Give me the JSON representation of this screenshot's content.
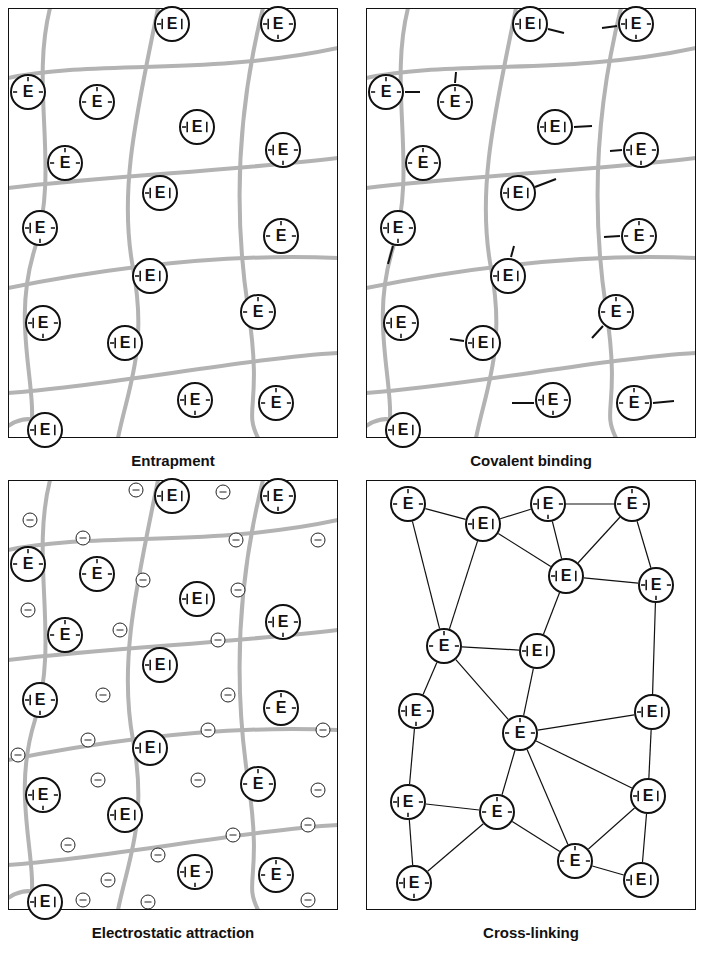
{
  "diagram": {
    "nodes": [
      {
        "text": [
          "Entrapment"
        ]
      },
      {
        "text": [
          "E"
        ],
        "in": 0
      },
      {
        "text": [
          "E"
        ],
        "in": 0
      },
      {
        "text": [
          "E"
        ],
        "in": 0
      },
      {
        "text": [
          "E"
        ],
        "in": 0
      },
      {
        "text": [
          "E"
        ],
        "in": 0
      },
      {
        "text": [
          "E"
        ],
        "in": 0
      },
      {
        "text": [
          "E"
        ],
        "in": 0
      },
      {
        "text": [
          "E"
        ],
        "in": 0
      },
      {
        "text": [
          "E"
        ],
        "in": 0
      },
      {
        "text": [
          "E"
        ],
        "in": 0
      },
      {
        "text": [
          "E"
        ],
        "in": 0
      },
      {
        "text": [
          "E"
        ],
        "in": 0
      },
      {
        "text": [
          "E"
        ],
        "in": 0
      },
      {
        "text": [
          "E"
        ],
        "in": 0
      },
      {
        "text": [
          "E"
        ],
        "in": 0
      },
      {
        "text": [
          "E"
        ],
        "in": 0
      },
      {
        "text": [
          "E"
        ],
        "in": 0
      },
      {
        "text": [
          "Covalent binding"
        ]
      },
      {
        "text": [
          "E"
        ],
        "in": 18
      },
      {
        "text": [
          "E"
        ],
        "in": 18
      },
      {
        "text": [
          "E"
        ],
        "in": 18
      },
      {
        "text": [
          "E"
        ],
        "in": 18
      },
      {
        "text": [
          "E"
        ],
        "in": 18
      },
      {
        "text": [
          "E"
        ],
        "in": 18
      },
      {
        "text": [
          "E"
        ],
        "in": 18
      },
      {
        "text": [
          "E"
        ],
        "in": 18
      },
      {
        "text": [
          "E"
        ],
        "in": 18
      },
      {
        "text": [
          "E"
        ],
        "in": 18
      },
      {
        "text": [
          "E"
        ],
        "in": 18
      },
      {
        "text": [
          "E"
        ],
        "in": 18
      },
      {
        "text": [
          "E"
        ],
        "in": 18
      },
      {
        "text": [
          "E"
        ],
        "in": 18
      },
      {
        "text": [
          "E"
        ],
        "in": 18
      },
      {
        "text": [
          "E"
        ],
        "in": 18
      },
      {
        "text": [
          "E"
        ],
        "in": 18
      },
      {
        "text": [
          "Electrostatic attraction"
        ]
      },
      {
        "text": [
          "E"
        ],
        "in": 36
      },
      {
        "text": [
          "E"
        ],
        "in": 36
      },
      {
        "text": [
          "E"
        ],
        "in": 36
      },
      {
        "text": [
          "E"
        ],
        "in": 36
      },
      {
        "text": [
          "E"
        ],
        "in": 36
      },
      {
        "text": [
          "E"
        ],
        "in": 36
      },
      {
        "text": [
          "E"
        ],
        "in": 36
      },
      {
        "text": [
          "E"
        ],
        "in": 36
      },
      {
        "text": [
          "E"
        ],
        "in": 36
      },
      {
        "text": [
          "E"
        ],
        "in": 36
      },
      {
        "text": [
          "E"
        ],
        "in": 36
      },
      {
        "text": [
          "E"
        ],
        "in": 36
      },
      {
        "text": [
          "E"
        ],
        "in": 36
      },
      {
        "text": [
          "E"
        ],
        "in": 36
      },
      {
        "text": [
          "E"
        ],
        "in": 36
      },
      {
        "text": [
          "E"
        ],
        "in": 36
      },
      {
        "text": [
          "E"
        ],
        "in": 36
      },
      {
        "text": [
          "Cross-linking"
        ]
      },
      {
        "text": [
          "E"
        ],
        "in": 54
      },
      {
        "text": [
          "E"
        ],
        "in": 54
      },
      {
        "text": [
          "E"
        ],
        "in": 54
      },
      {
        "text": [
          "E"
        ],
        "in": 54
      },
      {
        "text": [
          "E"
        ],
        "in": 54
      },
      {
        "text": [
          "E"
        ],
        "in": 54
      },
      {
        "text": [
          "E"
        ],
        "in": 54
      },
      {
        "text": [
          "E"
        ],
        "in": 54
      },
      {
        "text": [
          "E"
        ],
        "in": 54
      },
      {
        "text": [
          "E"
        ],
        "in": 54
      },
      {
        "text": [
          "E"
        ],
        "in": 54
      },
      {
        "text": [
          "E"
        ],
        "in": 54
      },
      {
        "text": [
          "E"
        ],
        "in": 54
      },
      {
        "text": [
          "E"
        ],
        "in": 54
      },
      {
        "text": [
          "E"
        ],
        "in": 54
      },
      {
        "text": [
          "E"
        ],
        "in": 54
      },
      {
        "text": [
          "E"
        ],
        "in": 54
      }
    ],
    "edges": [
      {
        "from": 55,
        "to": 56,
        "arrow": "none"
      },
      {
        "from": 56,
        "to": 57,
        "arrow": "none"
      },
      {
        "from": 57,
        "to": 58,
        "arrow": "none"
      },
      {
        "from": 57,
        "to": 59,
        "arrow": "none"
      },
      {
        "from": 56,
        "to": 59,
        "arrow": "none"
      },
      {
        "from": 58,
        "to": 59,
        "arrow": "none"
      },
      {
        "from": 58,
        "to": 60,
        "arrow": "none"
      },
      {
        "from": 59,
        "to": 60,
        "arrow": "none"
      },
      {
        "from": 56,
        "to": 61,
        "arrow": "none"
      },
      {
        "from": 55,
        "to": 61,
        "arrow": "none"
      },
      {
        "from": 61,
        "to": 62,
        "arrow": "none"
      },
      {
        "from": 59,
        "to": 62,
        "arrow": "none"
      },
      {
        "from": 62,
        "to": 64,
        "arrow": "none"
      },
      {
        "from": 61,
        "to": 63,
        "arrow": "none"
      },
      {
        "from": 61,
        "to": 64,
        "arrow": "none"
      },
      {
        "from": 60,
        "to": 65,
        "arrow": "none"
      },
      {
        "from": 63,
        "to": 66,
        "arrow": "none"
      },
      {
        "from": 64,
        "to": 65,
        "arrow": "none"
      },
      {
        "from": 64,
        "to": 67,
        "arrow": "none"
      },
      {
        "from": 64,
        "to": 68,
        "arrow": "none"
      },
      {
        "from": 66,
        "to": 67,
        "arrow": "none"
      },
      {
        "from": 66,
        "to": 69,
        "arrow": "none"
      },
      {
        "from": 67,
        "to": 70,
        "arrow": "none"
      },
      {
        "from": 68,
        "to": 70,
        "arrow": "none"
      },
      {
        "from": 68,
        "to": 71,
        "arrow": "none"
      },
      {
        "from": 70,
        "to": 71,
        "arrow": "none"
      },
      {
        "from": 65,
        "to": 68,
        "arrow": "none"
      },
      {
        "from": 64,
        "to": 70,
        "arrow": "none"
      },
      {
        "from": 67,
        "to": 69,
        "arrow": "none"
      }
    ]
  }
}
